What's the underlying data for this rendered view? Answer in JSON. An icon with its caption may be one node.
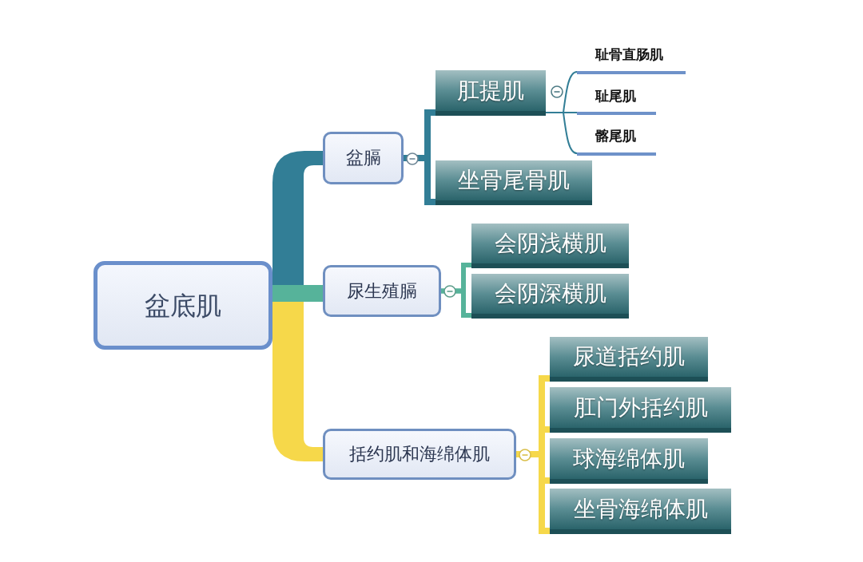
{
  "diagram": {
    "nodes": [
      {
        "text": [
          "盆底肌"
        ]
      },
      {
        "text": [
          "盆膈"
        ]
      },
      {
        "text": [
          "尿生殖膈"
        ]
      },
      {
        "text": [
          "括约肌和海绵体肌"
        ]
      },
      {
        "text": [
          "肛提肌"
        ]
      },
      {
        "text": [
          "坐骨尾骨肌"
        ]
      },
      {
        "text": [
          "耻骨直肠肌"
        ]
      },
      {
        "text": [
          "耻尾肌"
        ]
      },
      {
        "text": [
          "髂尾肌"
        ]
      },
      {
        "text": [
          "会阴浅横肌"
        ]
      },
      {
        "text": [
          "会阴深横肌"
        ]
      },
      {
        "text": [
          "尿道括约肌"
        ]
      },
      {
        "text": [
          "肛门外括约肌"
        ]
      },
      {
        "text": [
          "球海绵体肌"
        ]
      },
      {
        "text": [
          "坐骨海绵体肌"
        ]
      }
    ],
    "edges": [
      {
        "from": 0,
        "to": 1,
        "arrow": "none",
        "style": "thick"
      },
      {
        "from": 0,
        "to": 2,
        "arrow": "none",
        "style": "thick",
        "color": "#56b39a"
      },
      {
        "from": 0,
        "to": 3,
        "arrow": "none",
        "style": "thick",
        "color": "#f6d84a"
      },
      {
        "from": 1,
        "to": 4,
        "arrow": "none"
      },
      {
        "from": 1,
        "to": 5,
        "arrow": "none"
      },
      {
        "from": 4,
        "to": 6,
        "arrow": "none"
      },
      {
        "from": 4,
        "to": 7,
        "arrow": "none"
      },
      {
        "from": 4,
        "to": 8,
        "arrow": "none"
      },
      {
        "from": 2,
        "to": 9,
        "arrow": "none",
        "color": "#56b39a"
      },
      {
        "from": 2,
        "to": 10,
        "arrow": "none",
        "color": "#56b39a"
      },
      {
        "from": 3,
        "to": 11,
        "arrow": "none",
        "color": "#f6d84a"
      },
      {
        "from": 3,
        "to": 12,
        "arrow": "none",
        "color": "#f6d84a"
      },
      {
        "from": 3,
        "to": 13,
        "arrow": "none",
        "color": "#f6d84a"
      },
      {
        "from": 3,
        "to": 14,
        "arrow": "none",
        "color": "#f6d84a"
      }
    ]
  }
}
